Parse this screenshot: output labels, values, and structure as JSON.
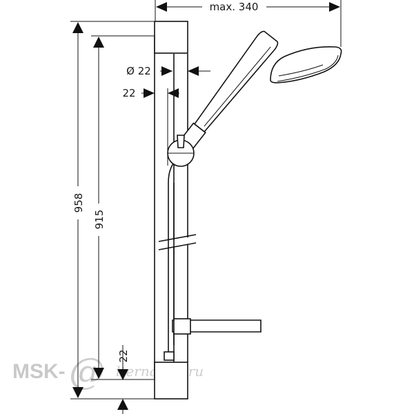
{
  "dimensions": {
    "width_max": "max. 340",
    "diameter": "Ø 22",
    "offset": "22",
    "total_height": "958",
    "bar_length": "915",
    "bottom_offset": "22"
  },
  "watermark": {
    "brand": "MSK-",
    "symbol": "@",
    "script": "lternativa.ru"
  },
  "colors": {
    "line": "#111111",
    "watermark": "#c9c9c9"
  }
}
